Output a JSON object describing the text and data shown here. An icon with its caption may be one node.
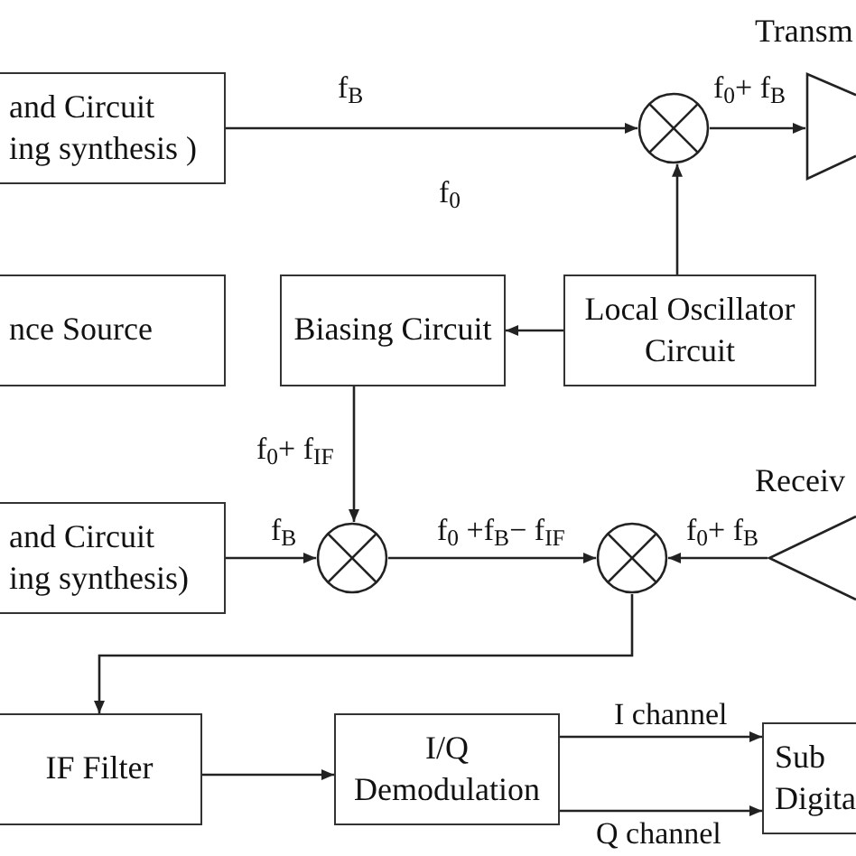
{
  "diagram": {
    "nodes": [
      {
        "text": [
          "and Circuit",
          "ing synthesis )"
        ]
      },
      {
        "text": [],
        "shape": "circle"
      },
      {
        "text": [],
        "shape": "triangle",
        "beside": [
          "Transm"
        ]
      },
      {
        "text": [
          "nce Source"
        ]
      },
      {
        "text": [
          "Biasing Circuit"
        ]
      },
      {
        "text": [
          "Local Oscillator Circuit"
        ]
      },
      {
        "text": [
          "and Circuit",
          "ing synthesis)"
        ]
      },
      {
        "text": [],
        "shape": "circle"
      },
      {
        "text": [],
        "shape": "circle"
      },
      {
        "text": [],
        "shape": "triangle",
        "beside": [
          "Receiv"
        ]
      },
      {
        "text": [
          "IF Filter"
        ]
      },
      {
        "text": [
          "I/Q Demodulation"
        ]
      },
      {
        "text": [
          "Sub Digita"
        ]
      }
    ],
    "edges": [
      {
        "from": 0,
        "to": 1,
        "arrow": "to",
        "label": "f$_{B}$"
      },
      {
        "from": 1,
        "to": 2,
        "arrow": "to",
        "label": "f$_{0}$+ f$_{B}$"
      },
      {
        "from": 5,
        "to": 1,
        "arrow": "to"
      },
      {
        "from": 5,
        "to": 4,
        "arrow": "to"
      },
      {
        "from": 4,
        "to": 7,
        "arrow": "to",
        "label": "f$_{0}$+ f$_{IF}$"
      },
      {
        "from": 6,
        "to": 7,
        "arrow": "to",
        "label": "f$_{B}$"
      },
      {
        "from": 7,
        "to": 8,
        "arrow": "to",
        "label": "f$_{0}$ +f$_{B}$− f$_{IF}$"
      },
      {
        "from": 9,
        "to": 8,
        "arrow": "to",
        "label": "f$_{0}$+ f$_{B}$"
      },
      {
        "from": 8,
        "to": 10,
        "arrow": "to"
      },
      {
        "from": 10,
        "to": 11,
        "arrow": "to"
      },
      {
        "from": 11,
        "to": 12,
        "arrow": "to",
        "label": "I channel"
      },
      {
        "from": 11,
        "to": 12,
        "arrow": "to",
        "label": "Q channel"
      }
    ],
    "labels": [
      "f$_{0}$"
    ]
  }
}
